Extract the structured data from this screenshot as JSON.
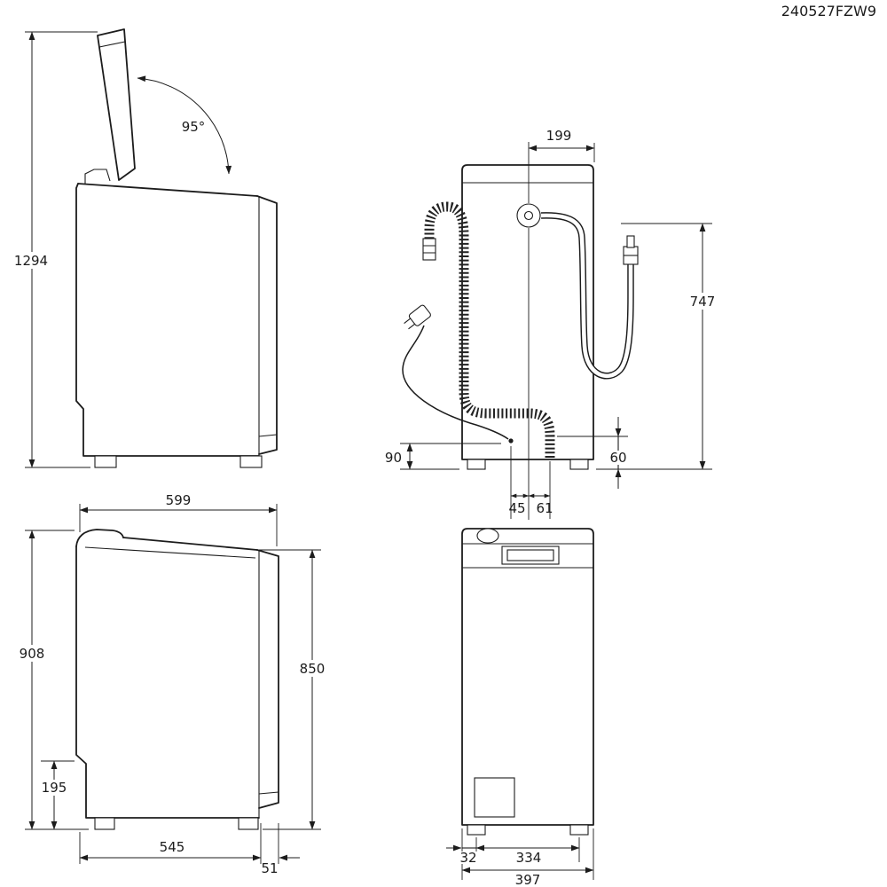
{
  "doc_code": "240527FZW9",
  "colors": {
    "line": "#1c1c1c",
    "background": "#ffffff"
  },
  "views": {
    "side_open": {
      "angle_label": "95°",
      "total_height": "1294"
    },
    "rear": {
      "inlet_offset": "199",
      "hose_height": "747",
      "cord_height": "90",
      "drain_height": "60",
      "cord_to_center": "45",
      "center_to_drain": "61"
    },
    "side_closed": {
      "depth": "599",
      "height_with_lid": "908",
      "body_height": "850",
      "recess_height": "195",
      "base_depth": "545",
      "rear_offset": "51"
    },
    "front": {
      "foot_inset": "32",
      "feet_spacing": "334",
      "width": "397"
    }
  }
}
